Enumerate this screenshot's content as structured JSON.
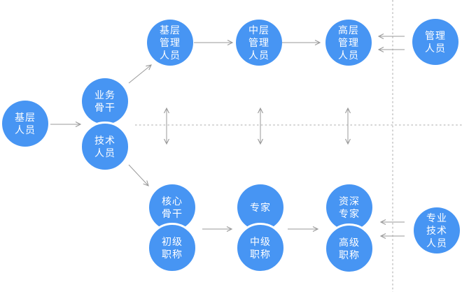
{
  "diagram": {
    "description": "Dual career ladder diagram: management track (top) and professional technical track (bottom)",
    "colors": {
      "node_fill": "#4795f3",
      "node_text": "#ffffff",
      "arrow": "#9a9a9a",
      "dashed_line": "#cfcfcf",
      "background": "#ffffff"
    },
    "nodes": [
      {
        "id": "grassroots-staff",
        "label": "基层\n人员"
      },
      {
        "id": "business-backbone",
        "label": "业务\n骨干"
      },
      {
        "id": "technical-staff",
        "label": "技术\n人员"
      },
      {
        "id": "junior-manager",
        "label": "基层\n管理\n人员"
      },
      {
        "id": "middle-manager",
        "label": "中层\n管理\n人员"
      },
      {
        "id": "senior-manager",
        "label": "高层\n管理\n人员"
      },
      {
        "id": "management-staff",
        "label": "管理\n人员"
      },
      {
        "id": "core-backbone",
        "label": "核心\n骨干"
      },
      {
        "id": "junior-title",
        "label": "初级\n职称"
      },
      {
        "id": "expert",
        "label": "专家"
      },
      {
        "id": "intermediate-title",
        "label": "中级\n职称"
      },
      {
        "id": "senior-expert",
        "label": "资深\n专家"
      },
      {
        "id": "senior-title",
        "label": "高级\n职称"
      },
      {
        "id": "professional-technical-staff",
        "label": "专业\n技术\n人员"
      }
    ],
    "edges": [
      {
        "from": "基层人员",
        "to": "业务骨干/技术人员",
        "type": "arrow"
      },
      {
        "from": "业务骨干",
        "to": "基层管理人员",
        "type": "arrow"
      },
      {
        "from": "技术人员",
        "to": "核心骨干",
        "type": "arrow"
      },
      {
        "from": "基层管理人员",
        "to": "中层管理人员",
        "type": "arrow"
      },
      {
        "from": "中层管理人员",
        "to": "高层管理人员",
        "type": "arrow"
      },
      {
        "from": "管理人员",
        "to": "高层管理人员",
        "type": "double-parallel-arrow"
      },
      {
        "from": "核心骨干/初级职称",
        "to": "专家/中级职称",
        "type": "arrow"
      },
      {
        "from": "专家/中级职称",
        "to": "资深专家/高级职称",
        "type": "arrow"
      },
      {
        "from": "专业技术人员",
        "to": "资深专家/高级职称",
        "type": "double-parallel-arrow"
      },
      {
        "between": "管理序列与专业序列",
        "type": "bidirectional-vertical",
        "count": 3
      }
    ],
    "dividers": [
      {
        "id": "vertical-dashed",
        "orientation": "vertical"
      },
      {
        "id": "horizontal-dashed",
        "orientation": "horizontal"
      }
    ]
  }
}
